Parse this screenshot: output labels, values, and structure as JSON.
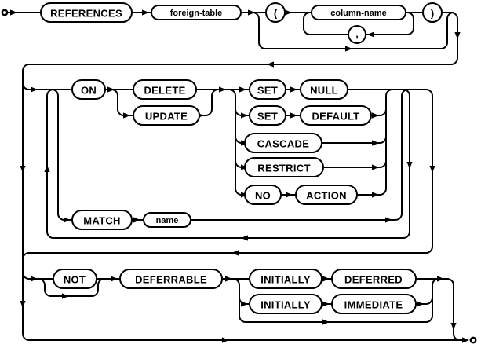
{
  "diagram": {
    "kind": "railroad-syntax-diagram",
    "colors": {
      "line": "#000000",
      "background": "#ffffff",
      "node_fill": "#ffffff"
    },
    "nodes": {
      "references": "REFERENCES",
      "foreign_table": "foreign-table",
      "open_paren": "(",
      "column_name": "column-name",
      "comma": ",",
      "close_paren": ")",
      "on": "ON",
      "delete": "DELETE",
      "update": "UPDATE",
      "set1": "SET",
      "null": "NULL",
      "set2": "SET",
      "default": "DEFAULT",
      "cascade": "CASCADE",
      "restrict": "RESTRICT",
      "no": "NO",
      "action": "ACTION",
      "match": "MATCH",
      "name": "name",
      "not": "NOT",
      "deferrable": "DEFERRABLE",
      "initially1": "INITIALLY",
      "deferred": "DEFERRED",
      "initially2": "INITIALLY",
      "immediate": "IMMEDIATE"
    }
  }
}
